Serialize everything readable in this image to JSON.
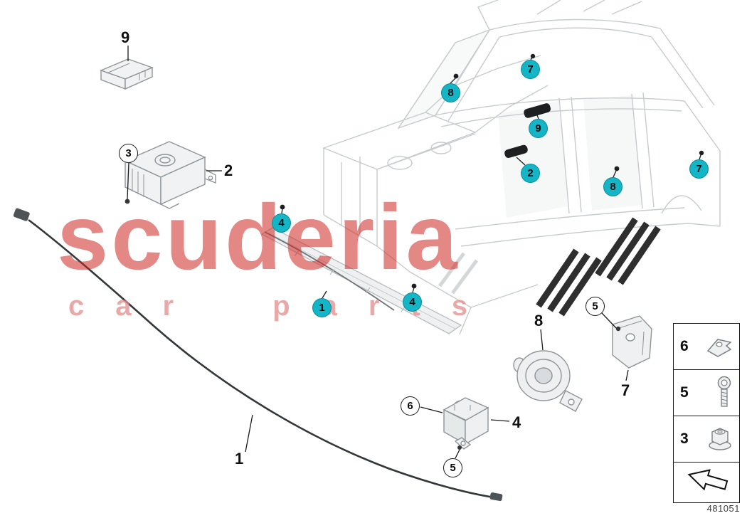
{
  "watermark": {
    "title": "scuderia",
    "subtitle": "car parts"
  },
  "diagram": {
    "drawing_number": "481051"
  },
  "part_labels": [
    {
      "label": "9"
    },
    {
      "label": "2"
    },
    {
      "label": "1"
    },
    {
      "label": "8"
    },
    {
      "label": "7"
    },
    {
      "label": "4"
    }
  ],
  "callouts": {
    "cyan": [
      {
        "label": "8"
      },
      {
        "label": "7"
      },
      {
        "label": "9"
      },
      {
        "label": "2"
      },
      {
        "label": "8"
      },
      {
        "label": "7"
      },
      {
        "label": "4"
      },
      {
        "label": "1"
      },
      {
        "label": "4"
      }
    ],
    "white": [
      {
        "label": "3"
      },
      {
        "label": "5"
      },
      {
        "label": "6"
      },
      {
        "label": "5"
      }
    ]
  },
  "legend": {
    "rows": [
      {
        "label": "6",
        "icon": "clip-icon"
      },
      {
        "label": "5",
        "icon": "screw-icon"
      },
      {
        "label": "3",
        "icon": "flange-nut-icon"
      }
    ],
    "footer_icon": "direction-arrow-icon"
  },
  "colors": {
    "callout_cyan": "#14b5c6",
    "watermark_red": "#ce2620",
    "watermark_pink": "#e08c8c",
    "line_art_gray": "#c7cbce"
  }
}
